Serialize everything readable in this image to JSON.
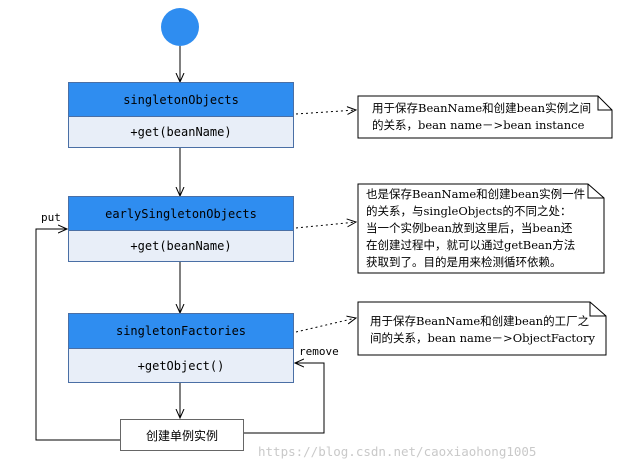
{
  "nodes": {
    "singleton_objects": {
      "title": "singletonObjects",
      "method": "+get(beanName)"
    },
    "early_singleton_objects": {
      "title": "earlySingletonObjects",
      "method": "+get(beanName)"
    },
    "singleton_factories": {
      "title": "singletonFactories",
      "method": "+getObject()"
    },
    "create_instance": {
      "label": "创建单例实例"
    }
  },
  "edge_labels": {
    "put": "put",
    "remove": "remove"
  },
  "notes": {
    "note1": "用于保存BeanName和创建bean实例之间\n的关系，bean name－>bean instance",
    "note2": "也是保存BeanName和创建bean实例一件\n的关系，与singleObjects的不同之处：\n当一个实例bean放到这里后，当bean还\n在创建过程中，就可以通过getBean方法\n获取到了。目的是用来检测循环依赖。",
    "note3": "用于保存BeanName和创建bean的工厂之\n间的关系，bean name－>ObjectFactory"
  },
  "watermark": "https://blog.csdn.net/caoxiaohong1005",
  "colors": {
    "start_node": "#2f8df0",
    "class_header": "#2f8df0",
    "class_body": "#e8eef8",
    "border": "#4a6fa5"
  }
}
